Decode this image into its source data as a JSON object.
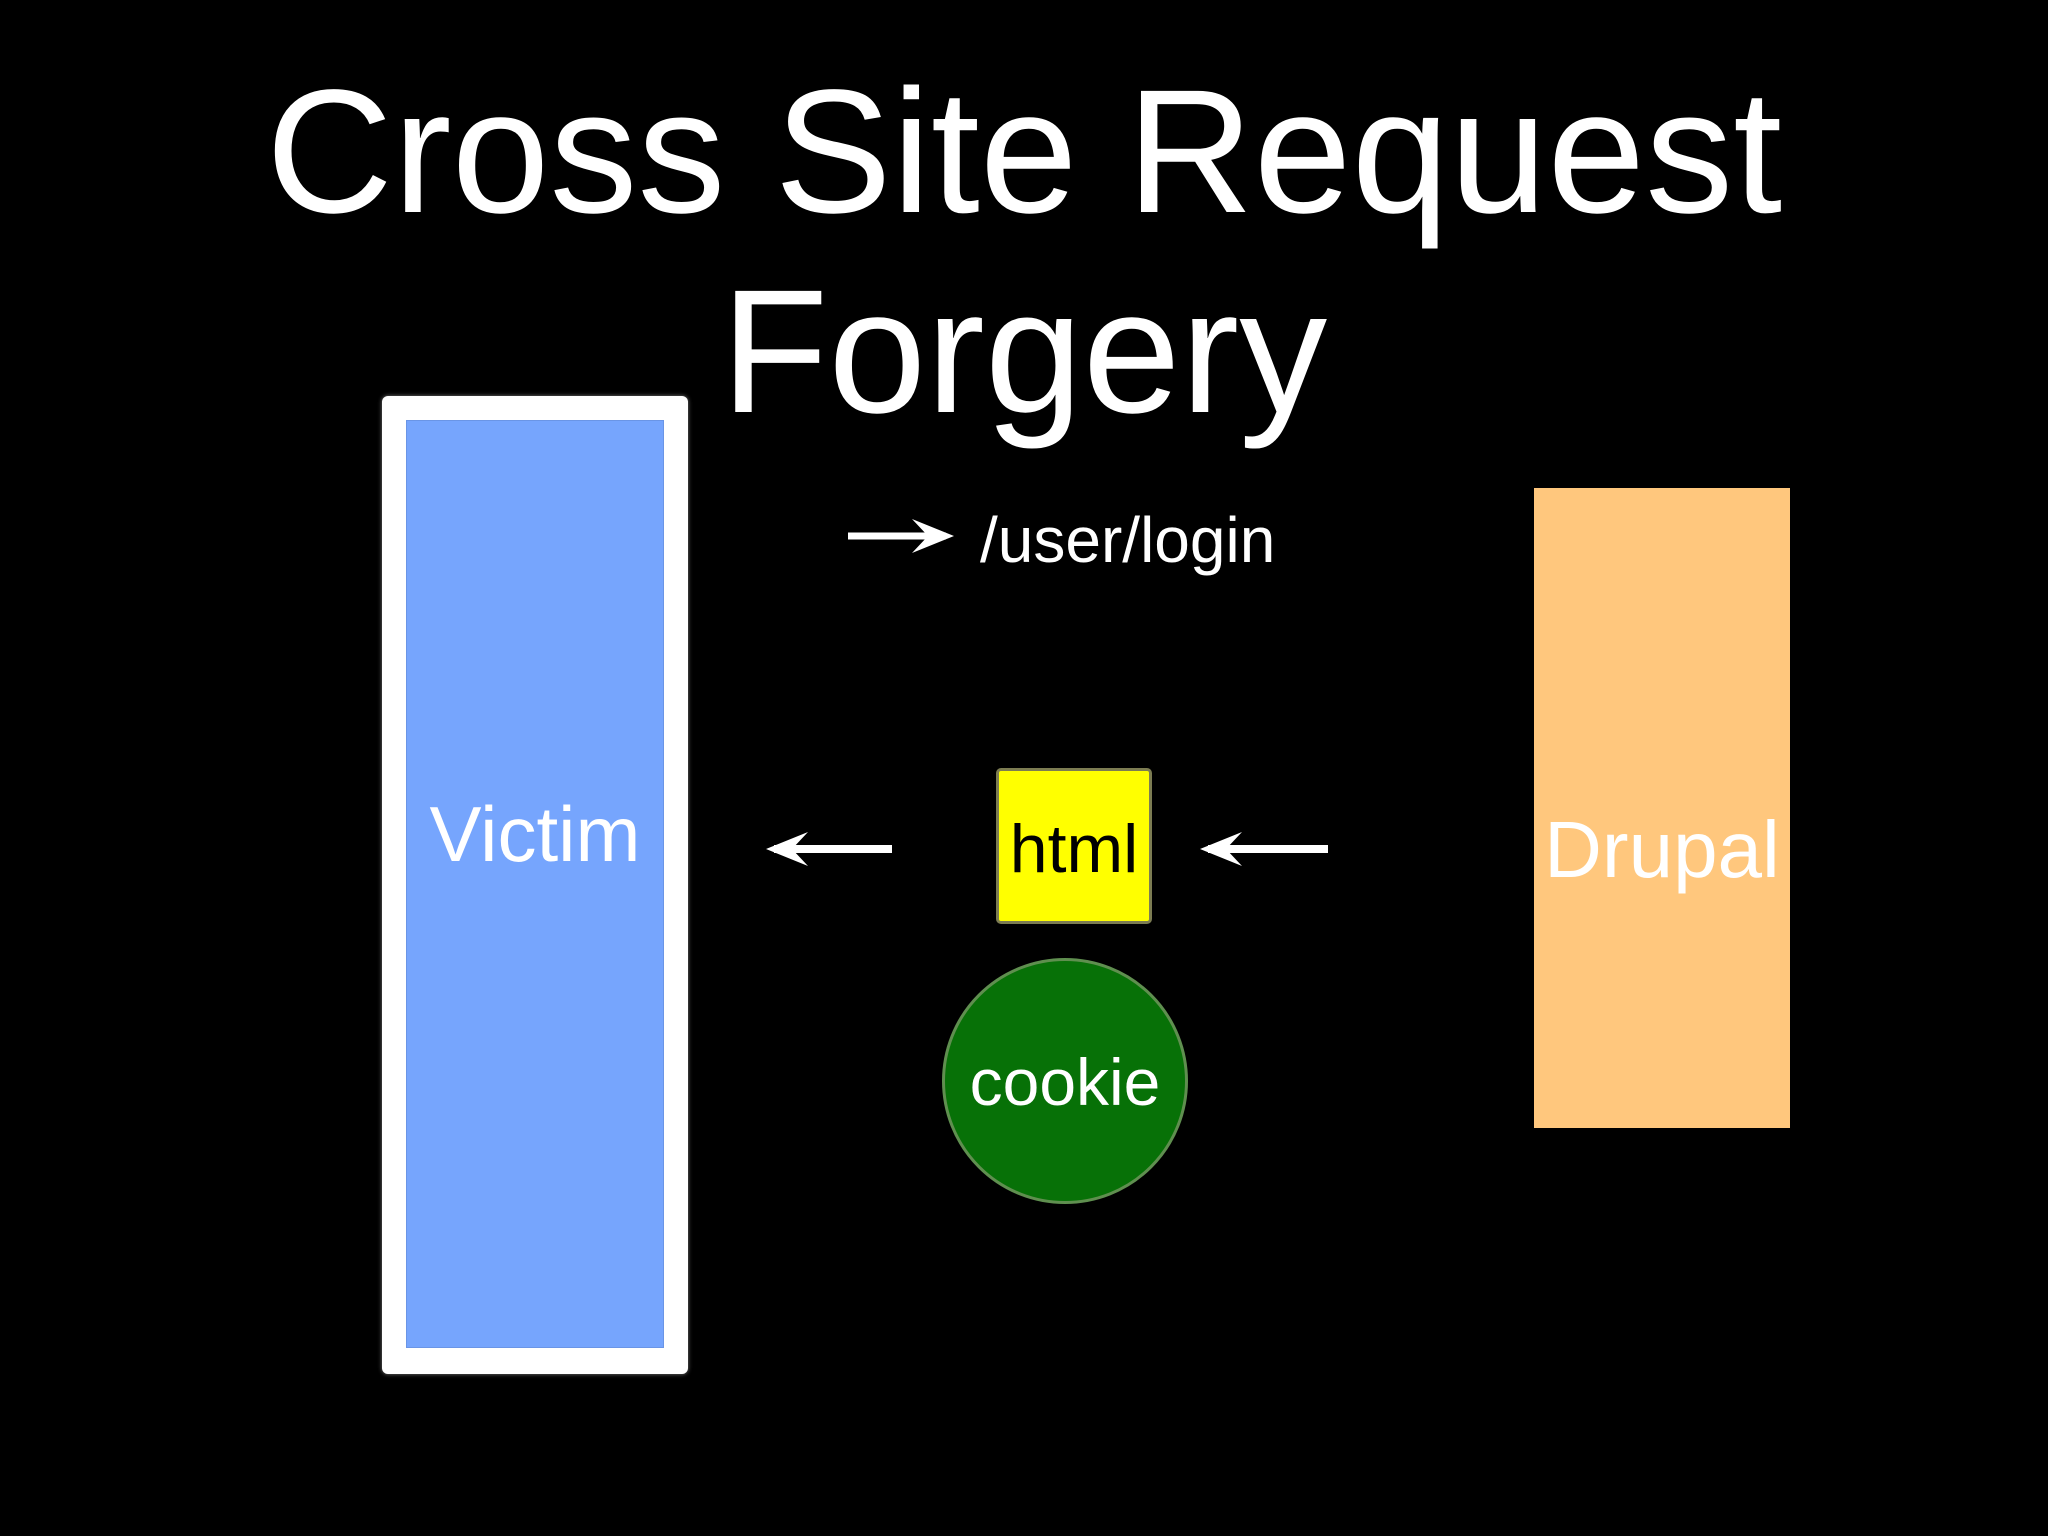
{
  "title": {
    "line1": "Cross Site Request",
    "line2": "Forgery"
  },
  "victim": {
    "label": "Victim",
    "color": "#76a5fd"
  },
  "drupal": {
    "label": "Drupal",
    "color": "#ffc77d"
  },
  "request": {
    "path": "/user/login",
    "direction": "right-arrow"
  },
  "response": {
    "html_label": "html",
    "html_color": "#ffff00",
    "cookie_label": "cookie",
    "cookie_color": "#077107",
    "direction": "left-arrows"
  }
}
